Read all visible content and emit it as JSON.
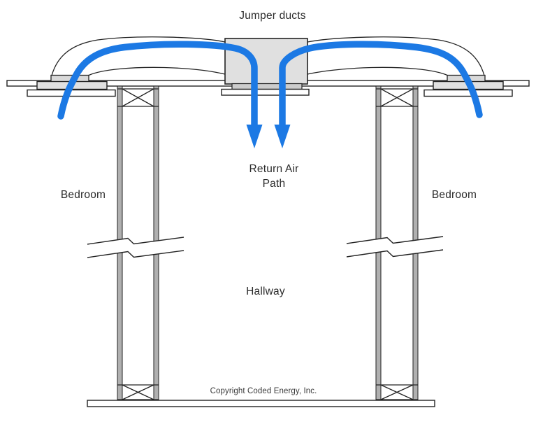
{
  "diagram": {
    "title": "Jumper ducts",
    "rooms": {
      "bedroom_left": "Bedroom",
      "bedroom_right": "Bedroom",
      "hallway": "Hallway"
    },
    "return_air_path": "Return Air\nPath",
    "copyright": "Copyright Coded Energy, Inc.",
    "colors": {
      "airflow_blue": "#1C79E4",
      "duct_fill": "#E0E0E0",
      "boot_fill": "#D9D9D9",
      "grille_bar_fill": "#CCCCCC",
      "stud_fill": "#B0B0B0",
      "outline": "#222222",
      "text": "#2B2B2B"
    },
    "icons": {
      "airflow_arrow_left": "curved-down-arrow",
      "airflow_arrow_right": "curved-down-arrow"
    }
  }
}
